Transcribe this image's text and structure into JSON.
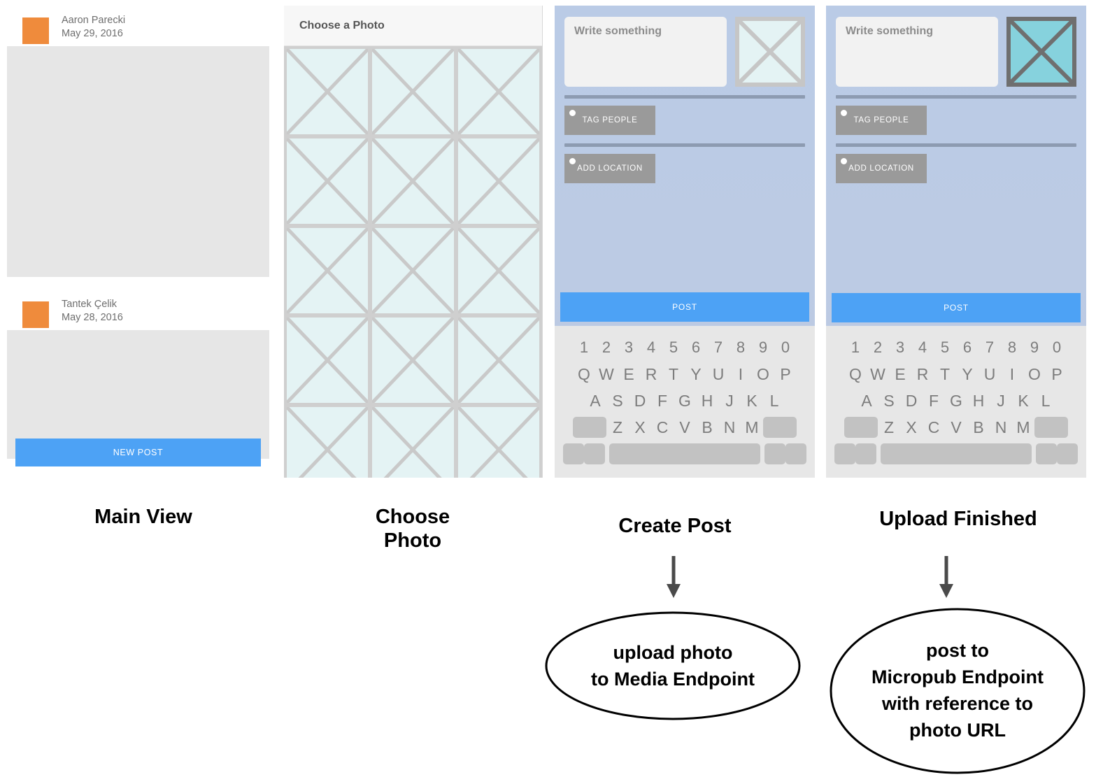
{
  "panels": {
    "main_view": {
      "caption": "Main View",
      "entries": [
        {
          "author": "Aaron Parecki",
          "date": "May 29, 2016"
        },
        {
          "author": "Tantek Çelik",
          "date": "May 28, 2016"
        }
      ],
      "new_post_label": "NEW POST"
    },
    "choose_photo": {
      "caption": "Choose\nPhoto",
      "caption_line1": "Choose",
      "caption_line2": "Photo",
      "header_title": "Choose a Photo",
      "grid_columns": 3,
      "grid_rows": 5,
      "tile_count": 15
    },
    "create_post": {
      "caption": "Create Post",
      "compose_placeholder": "Write something",
      "thumbnail_state": "empty",
      "tag_people_label": "TAG PEOPLE",
      "add_location_label": "ADD LOCATION",
      "post_label": "POST"
    },
    "upload_finished": {
      "caption": "Upload Finished",
      "compose_placeholder": "Write something",
      "thumbnail_state": "uploaded",
      "tag_people_label": "TAG PEOPLE",
      "add_location_label": "ADD LOCATION",
      "post_label": "POST"
    }
  },
  "keyboard": {
    "row_numbers": [
      "1",
      "2",
      "3",
      "4",
      "5",
      "6",
      "7",
      "8",
      "9",
      "0"
    ],
    "row_top": [
      "Q",
      "W",
      "E",
      "R",
      "T",
      "Y",
      "U",
      "I",
      "O",
      "P"
    ],
    "row_home": [
      "A",
      "S",
      "D",
      "F",
      "G",
      "H",
      "J",
      "K",
      "L"
    ],
    "row_bottom": [
      "Z",
      "X",
      "C",
      "V",
      "B",
      "N",
      "M"
    ]
  },
  "annotations": [
    {
      "id": "media-endpoint",
      "from": "create_post",
      "lines": [
        "upload photo",
        "to Media Endpoint"
      ]
    },
    {
      "id": "micropub-endpoint",
      "from": "upload_finished",
      "lines": [
        "post to",
        "Micropub Endpoint",
        "with reference to",
        "photo URL"
      ]
    }
  ],
  "colors": {
    "accent_blue": "#4da2f5",
    "avatar_orange": "#ef8b3c",
    "phone_bg": "#bccbe4",
    "placeholder_tile": "#e4f3f4",
    "uploaded_photo": "#86d2dd",
    "button_gray": "#9a9a9a",
    "keyboard_bg": "#e7e7e7",
    "arrow": "#4a4a4a"
  },
  "icons": {
    "photo_placeholder": "image-placeholder-x-icon",
    "option_dot": "radio-dot-icon",
    "arrow_down": "arrow-down-icon"
  }
}
